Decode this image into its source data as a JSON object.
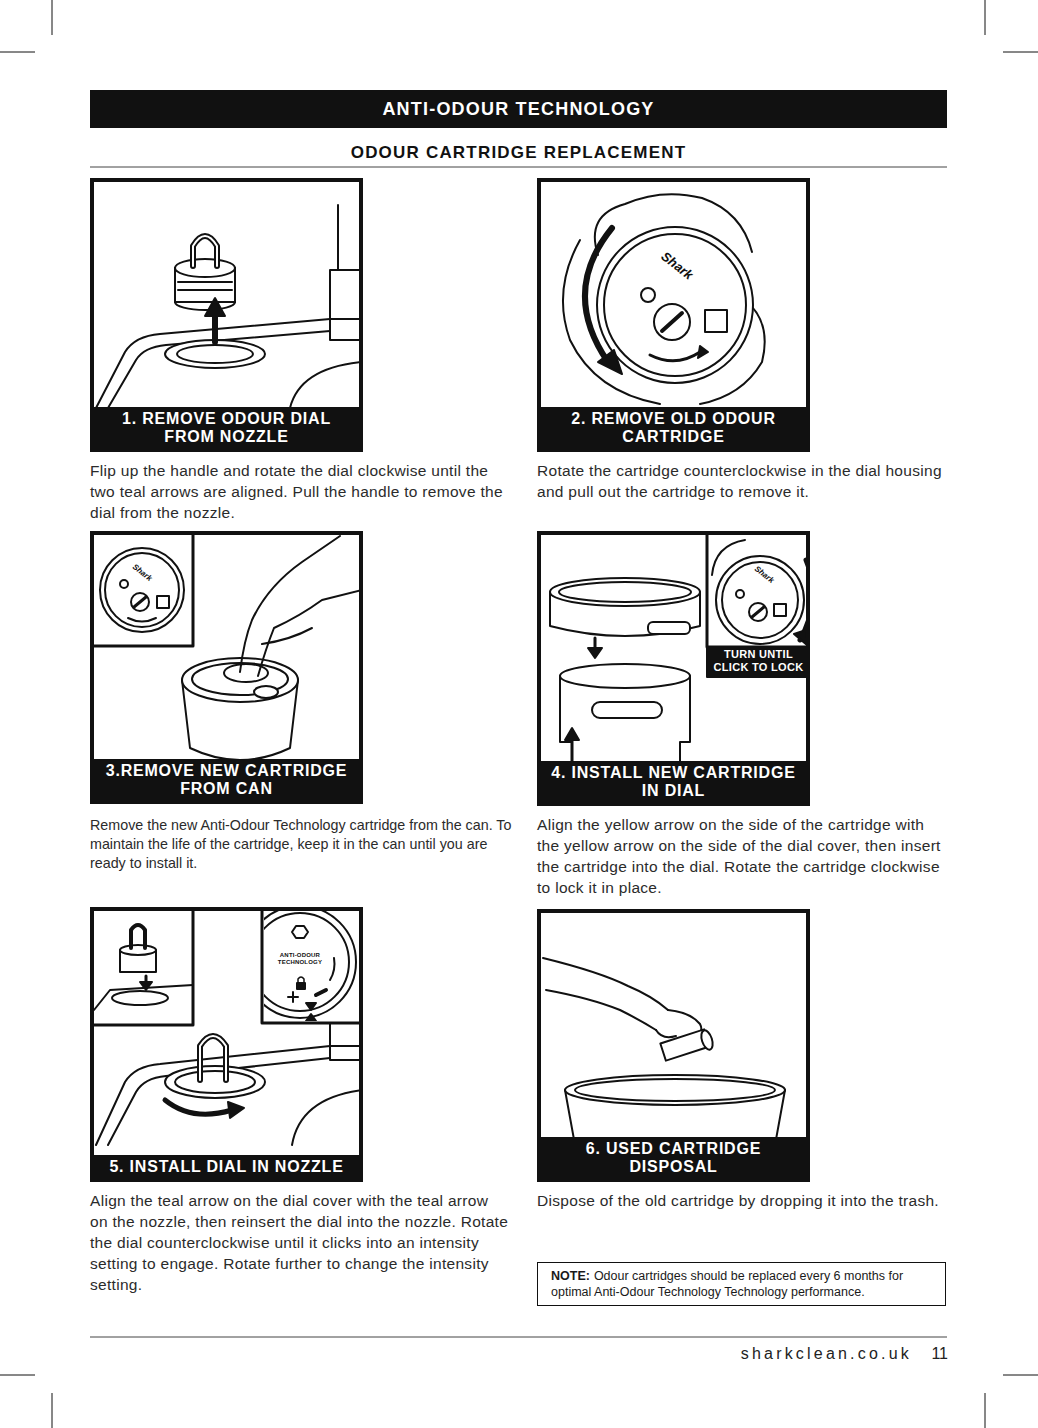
{
  "diagram": {
    "title": "ANTI-ODOUR TECHNOLOGY",
    "nodes": [
      {
        "text": [
          "1. REMOVE ODOUR DIAL FROM NOZZLE",
          "Flip up the handle and rotate the dial clockwise until the two teal arrows are aligned. Pull the handle to remove the dial from the nozzle."
        ]
      },
      {
        "text": [
          "2. REMOVE OLD ODOUR CARTRIDGE",
          "Rotate the cartridge counterclockwise in the dial housing and pull out the cartridge to remove it."
        ]
      },
      {
        "text": [
          "3.REMOVE NEW CARTRIDGE FROM CAN",
          "Remove the new Anti-Odour Technology cartridge from the can. To maintain the life of the cartridge, keep it in the can until you are ready to install it."
        ]
      },
      {
        "text": [
          "4. INSTALL NEW CARTRIDGE IN DIAL",
          "Align the yellow arrow on the side of the cartridge with the yellow arrow on the side of the dial cover, then insert the cartridge into the dial. Rotate the cartridge clockwise to lock it in place."
        ]
      },
      {
        "text": [
          "5. INSTALL DIAL IN NOZZLE",
          "Align the teal arrow on the dial cover with the teal arrow on the nozzle, then reinsert the dial into the nozzle. Rotate the dial counterclockwise until it clicks into an intensity setting to engage. Rotate further to change the intensity setting."
        ]
      },
      {
        "text": [
          "6. USED CARTRIDGE DISPOSAL",
          "Dispose of the old cartridge by dropping it into the trash."
        ]
      },
      {
        "text": [
          "NOTE:",
          "Odour cartridges should be replaced every 6 months for optimal Anti-Odour Technology Technology performance."
        ]
      }
    ],
    "labels": [
      "ODOUR CARTRIDGE REPLACEMENT",
      "Shark",
      "Shark",
      "TURN UNTIL CLICK TO LOCK",
      "Shark",
      "ANTI-ODOUR TECHNOLOGY",
      "sharkclean.co.uk",
      "11"
    ]
  }
}
